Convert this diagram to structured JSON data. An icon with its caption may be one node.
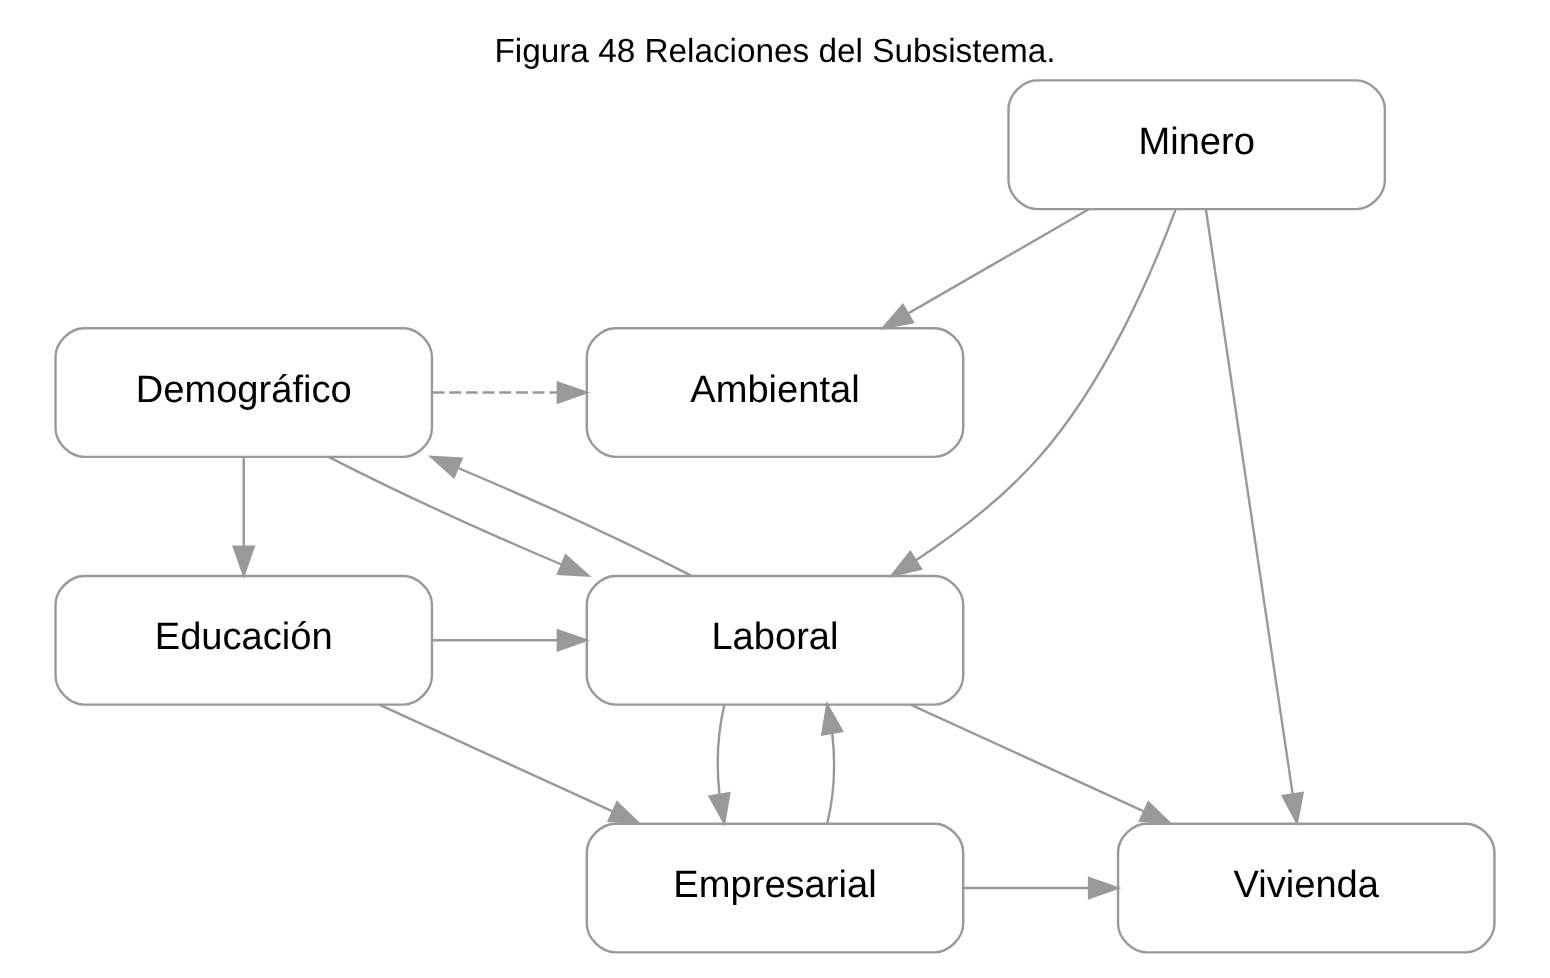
{
  "diagram": {
    "title": "Figura 48 Relaciones del Subsistema.",
    "nodes": [
      {
        "text": [
          "Demográfico"
        ]
      },
      {
        "text": [
          "Ambiental"
        ]
      },
      {
        "text": [
          "Vivienda"
        ]
      },
      {
        "text": [
          "Empresarial"
        ]
      },
      {
        "text": [
          "Educación"
        ]
      },
      {
        "text": [
          "Laboral"
        ]
      },
      {
        "text": [
          "Minero"
        ]
      }
    ],
    "edges": [
      {
        "from": 0,
        "to": 1,
        "arrow": "to",
        "style": "dashed"
      },
      {
        "from": 0,
        "to": 4,
        "arrow": "to"
      },
      {
        "from": 0,
        "to": 5,
        "arrow": "to"
      },
      {
        "from": 5,
        "to": 0,
        "arrow": "to"
      },
      {
        "from": 3,
        "to": 2,
        "arrow": "to"
      },
      {
        "from": 5,
        "to": 2,
        "arrow": "to"
      },
      {
        "from": 6,
        "to": 2,
        "arrow": "to"
      },
      {
        "from": 4,
        "to": 3,
        "arrow": "to"
      },
      {
        "from": 4,
        "to": 5,
        "arrow": "to"
      },
      {
        "from": 6,
        "to": 1,
        "arrow": "to"
      },
      {
        "from": 6,
        "to": 5,
        "arrow": "to"
      },
      {
        "from": 5,
        "to": 3,
        "arrow": "to"
      },
      {
        "from": 3,
        "to": 5,
        "arrow": "to"
      }
    ]
  }
}
